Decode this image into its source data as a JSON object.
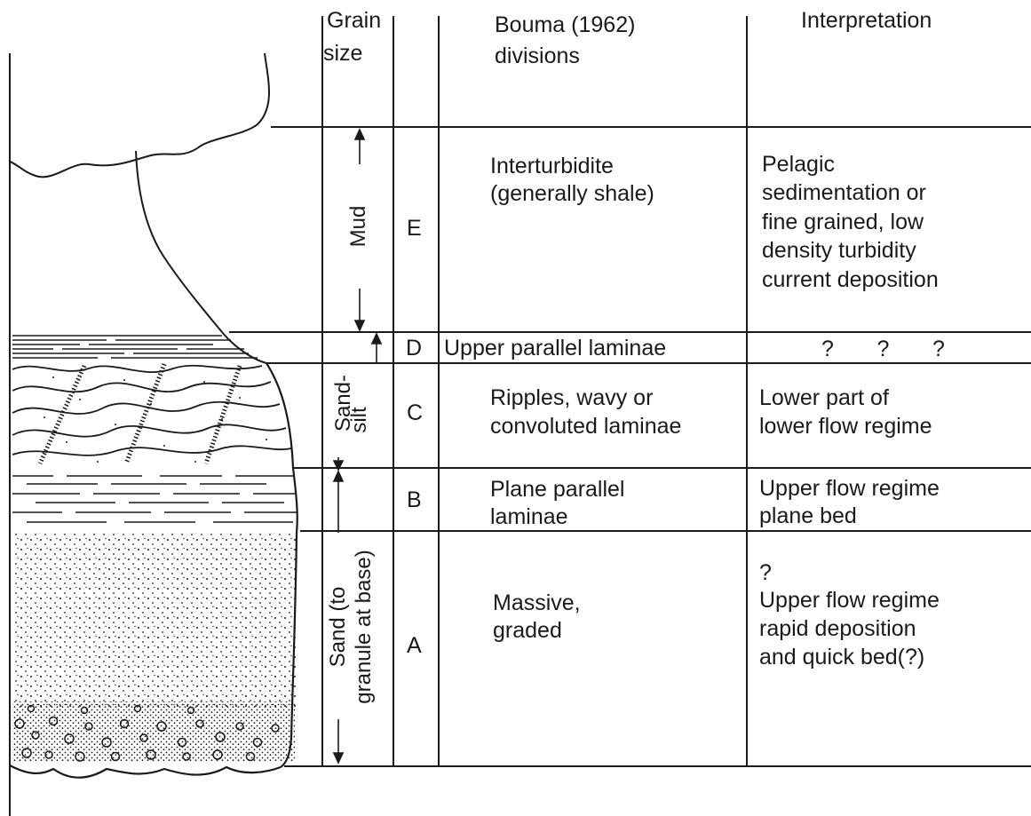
{
  "header": {
    "grain_size": [
      "Grain",
      "size"
    ],
    "bouma": [
      "Bouma (1962)",
      "divisions"
    ],
    "interpretation": "Interpretation"
  },
  "grain_labels": {
    "mud": "Mud",
    "sand_silt": [
      "Sand-",
      "silt"
    ],
    "sand_granule": [
      "Sand (to",
      "granule at base)"
    ]
  },
  "divisions": [
    {
      "letter": "E",
      "description": [
        "Interturbidite",
        "(generally shale)"
      ],
      "interpretation": [
        "Pelagic",
        "sedimentation or",
        "fine grained, low",
        "density turbidity",
        "current deposition"
      ]
    },
    {
      "letter": "D",
      "description": [
        "Upper parallel laminae"
      ],
      "interpretation": [
        "?       ?       ?"
      ]
    },
    {
      "letter": "C",
      "description": [
        "Ripples, wavy or",
        "convoluted laminae"
      ],
      "interpretation": [
        "Lower part of",
        "lower flow regime"
      ]
    },
    {
      "letter": "B",
      "description": [
        "Plane parallel",
        "laminae"
      ],
      "interpretation": [
        "Upper flow regime",
        "plane bed"
      ]
    },
    {
      "letter": "A",
      "description": [
        "Massive,",
        "graded"
      ],
      "interpretation": [
        "?",
        "Upper flow regime",
        "rapid deposition",
        "and quick bed(?)"
      ]
    }
  ],
  "colors": {
    "ink": "#1a1a1a",
    "background": "#ffffff"
  }
}
